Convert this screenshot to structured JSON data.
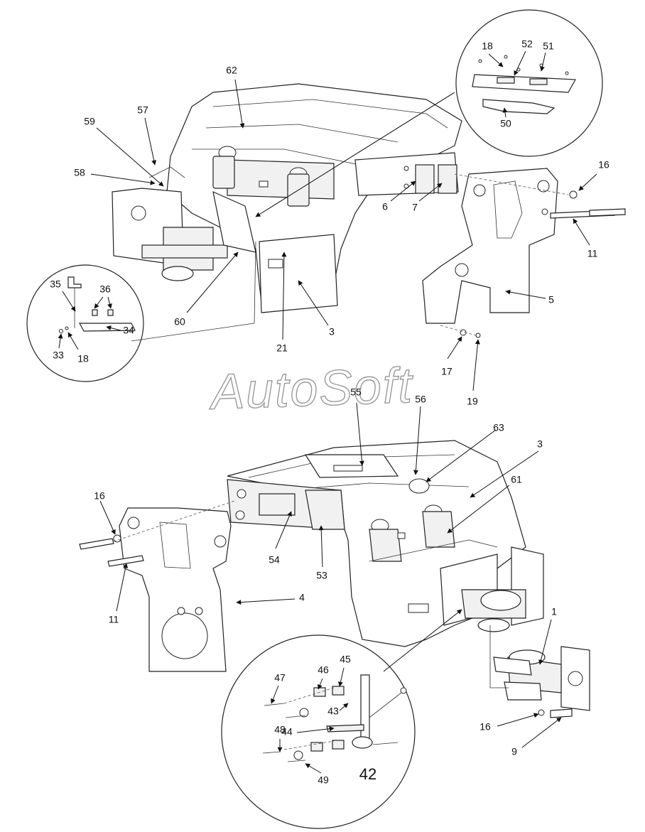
{
  "watermark": "AutoSoft",
  "callouts": [
    "62",
    "57",
    "59",
    "58",
    "6",
    "7",
    "16",
    "11",
    "5",
    "60",
    "21",
    "3",
    "17",
    "19",
    "35",
    "36",
    "34",
    "33",
    "18",
    "55",
    "56",
    "63",
    "3",
    "61",
    "16",
    "54",
    "53",
    "11",
    "4",
    "1",
    "16",
    "9",
    "47",
    "46",
    "45",
    "43",
    "44",
    "48",
    "49",
    "18",
    "52",
    "51",
    "50"
  ],
  "detail_label": "42"
}
